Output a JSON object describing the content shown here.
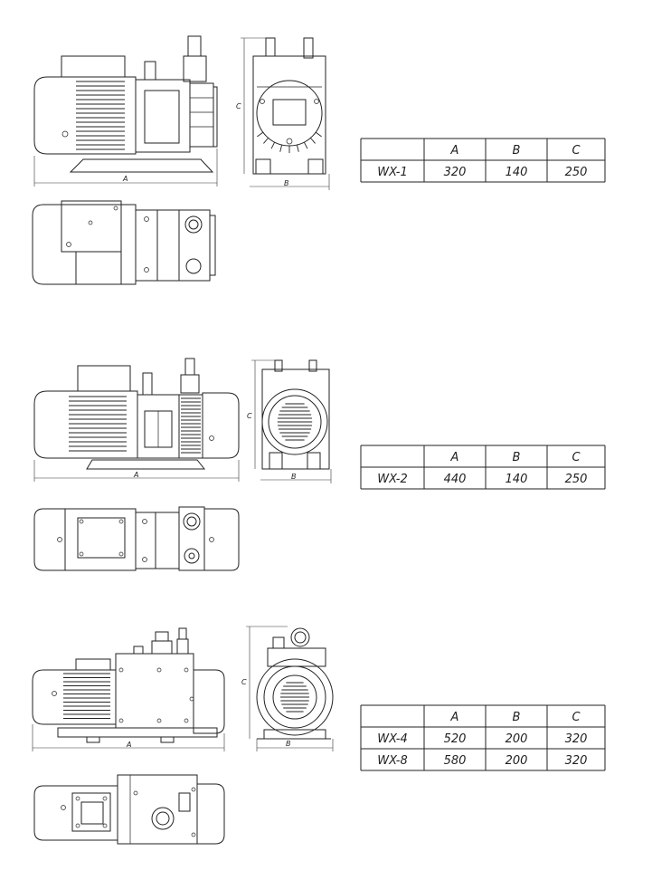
{
  "drawings": [
    {
      "dim_labels": {
        "a": "A",
        "b": "B",
        "c": "C"
      },
      "table": {
        "headers": [
          "",
          "A",
          "B",
          "C"
        ],
        "rows": [
          {
            "model": "WX-1",
            "values": [
              "320",
              "140",
              "250"
            ]
          }
        ]
      }
    },
    {
      "dim_labels": {
        "a": "A",
        "b": "B",
        "c": "C"
      },
      "table": {
        "headers": [
          "",
          "A",
          "B",
          "C"
        ],
        "rows": [
          {
            "model": "WX-2",
            "values": [
              "440",
              "140",
              "250"
            ]
          }
        ]
      }
    },
    {
      "dim_labels": {
        "a": "A",
        "b": "B",
        "c": "C"
      },
      "table": {
        "headers": [
          "",
          "A",
          "B",
          "C"
        ],
        "rows": [
          {
            "model": "WX-4",
            "values": [
              "520",
              "200",
              "320"
            ]
          },
          {
            "model": "WX-8",
            "values": [
              "580",
              "200",
              "320"
            ]
          }
        ]
      }
    }
  ]
}
